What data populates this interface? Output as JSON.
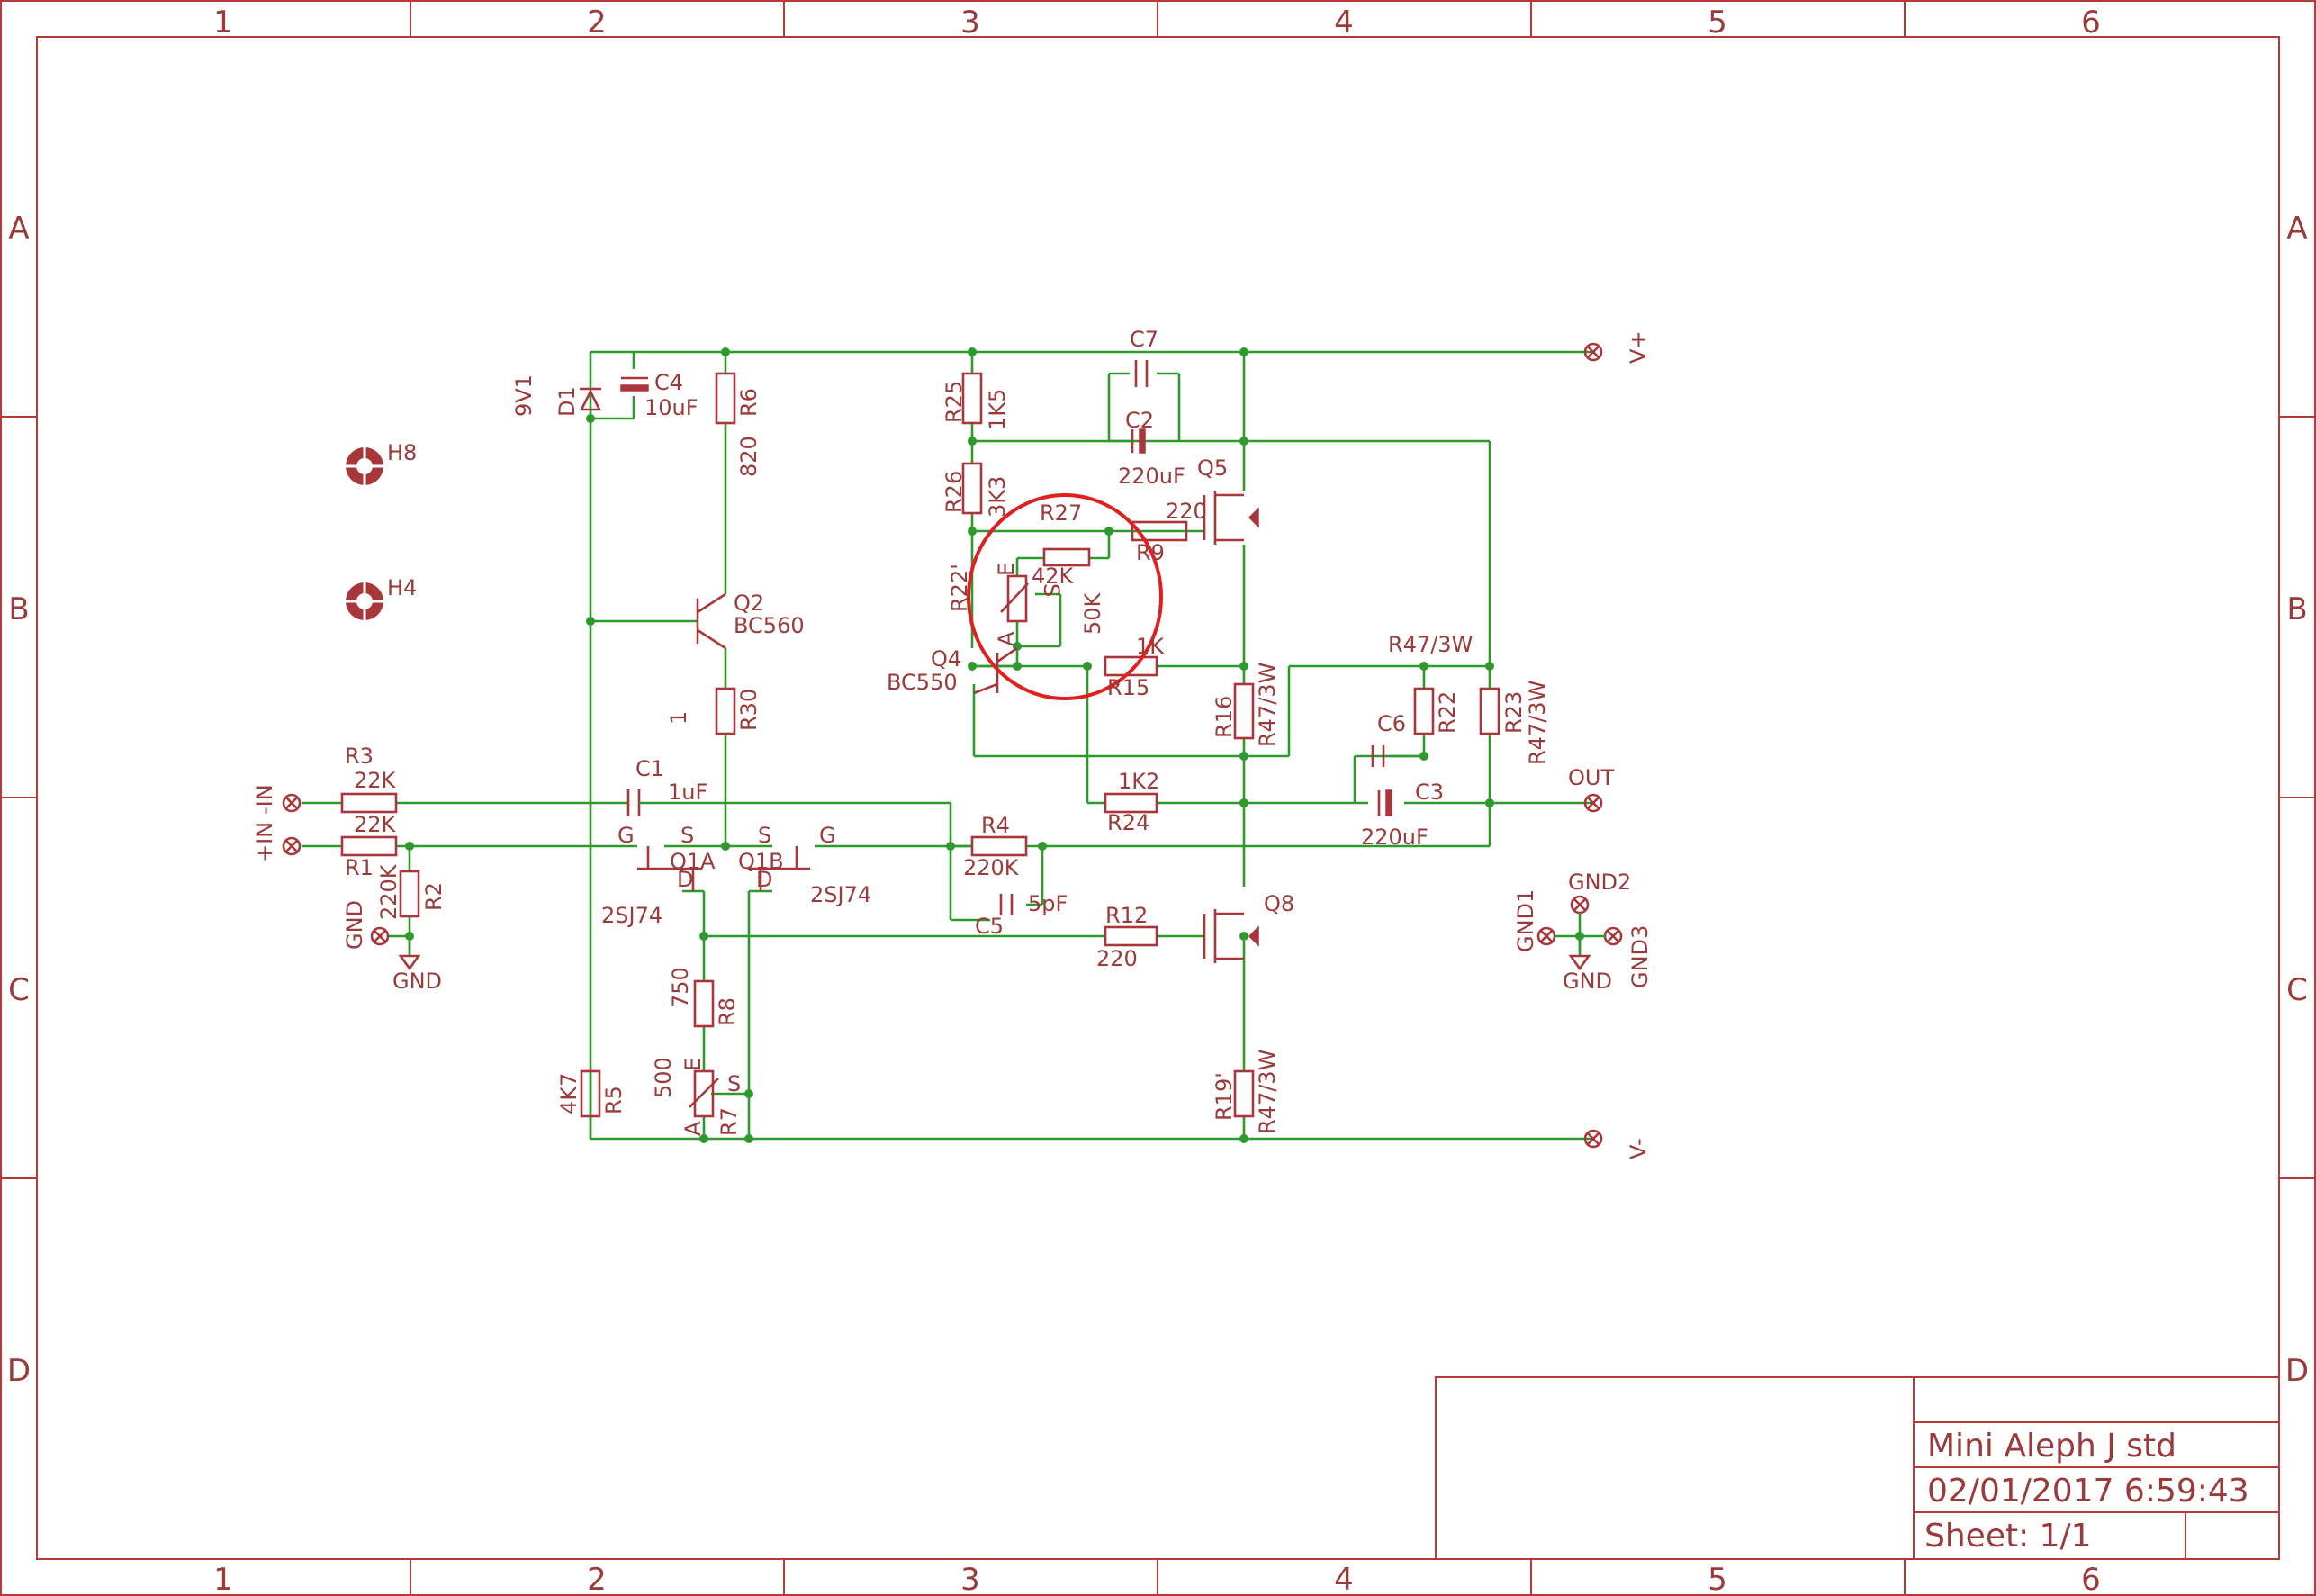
{
  "frame": {
    "columns": [
      "1",
      "2",
      "3",
      "4",
      "5",
      "6"
    ],
    "rows": [
      "A",
      "B",
      "C",
      "D"
    ]
  },
  "title_block": {
    "title": "Mini Aleph J std",
    "datetime": "02/01/2017 6:59:43",
    "sheet": "Sheet: 1/1"
  },
  "holes": [
    "H8",
    "H4"
  ],
  "parts": {
    "d1": {
      "name": "D1",
      "value": "9V1"
    },
    "c4": {
      "name": "C4",
      "value": "10uF"
    },
    "r6": {
      "name": "R6",
      "value": "820"
    },
    "q2": {
      "name": "Q2",
      "value": "BC560"
    },
    "r30": {
      "name": "R30",
      "value": "1"
    },
    "r5": {
      "name": "R5",
      "value": "4K7"
    },
    "r3": {
      "name": "R3",
      "value": "22K"
    },
    "r1": {
      "name": "R1",
      "value": "22K"
    },
    "r2": {
      "name": "R2",
      "value": "220K"
    },
    "c1": {
      "name": "C1",
      "value": "1uF"
    },
    "q1a": {
      "name": "Q1A",
      "value": "2SJ74"
    },
    "q1b": {
      "name": "Q1B",
      "value": "2SJ74"
    },
    "r8": {
      "name": "R8",
      "value": "750"
    },
    "r7": {
      "name": "R7",
      "value": "500"
    },
    "r4": {
      "name": "R4",
      "value": "220K"
    },
    "c5": {
      "name": "C5",
      "value": "5pF"
    },
    "r12": {
      "name": "R12",
      "value": "220"
    },
    "r25": {
      "name": "R25",
      "value": "1K5"
    },
    "r26": {
      "name": "R26",
      "value": "3K3"
    },
    "c7": {
      "name": "C7",
      "value": ""
    },
    "c2": {
      "name": "C2",
      "value": "220uF"
    },
    "q5": {
      "name": "Q5",
      "value": ""
    },
    "r9": {
      "name": "R9",
      "value": "220"
    },
    "r27": {
      "name": "R27",
      "value": "42K"
    },
    "r22p": {
      "name": "R22'",
      "value": "50K"
    },
    "q4": {
      "name": "Q4",
      "value": "BC550"
    },
    "r15": {
      "name": "R15",
      "value": "1K"
    },
    "r16": {
      "name": "R16",
      "value": "R47/3W"
    },
    "r22": {
      "name": "R22",
      "value": "R47/3W"
    },
    "r23": {
      "name": "R23",
      "value": "R47/3W"
    },
    "c6": {
      "name": "C6",
      "value": ""
    },
    "c3": {
      "name": "C3",
      "value": "220uF"
    },
    "r24": {
      "name": "R24",
      "value": "1K2"
    },
    "q8": {
      "name": "Q8",
      "value": ""
    },
    "r19p": {
      "name": "R19'",
      "value": "R47/3W"
    }
  },
  "pins": {
    "s": "S",
    "g": "G",
    "d": "D",
    "e": "E",
    "a": "A"
  },
  "nets": {
    "vplus": "V+",
    "vminus": "V-",
    "out": "OUT",
    "in_minus": "-IN",
    "in_plus": "+IN",
    "gnd": "GND",
    "gnd1": "GND1",
    "gnd2": "GND2",
    "gnd3": "GND3"
  },
  "colors": {
    "frame": "#b73a3a",
    "wire": "#2e9a2e",
    "symbol": "#a8363a",
    "highlight": "#e02020"
  }
}
